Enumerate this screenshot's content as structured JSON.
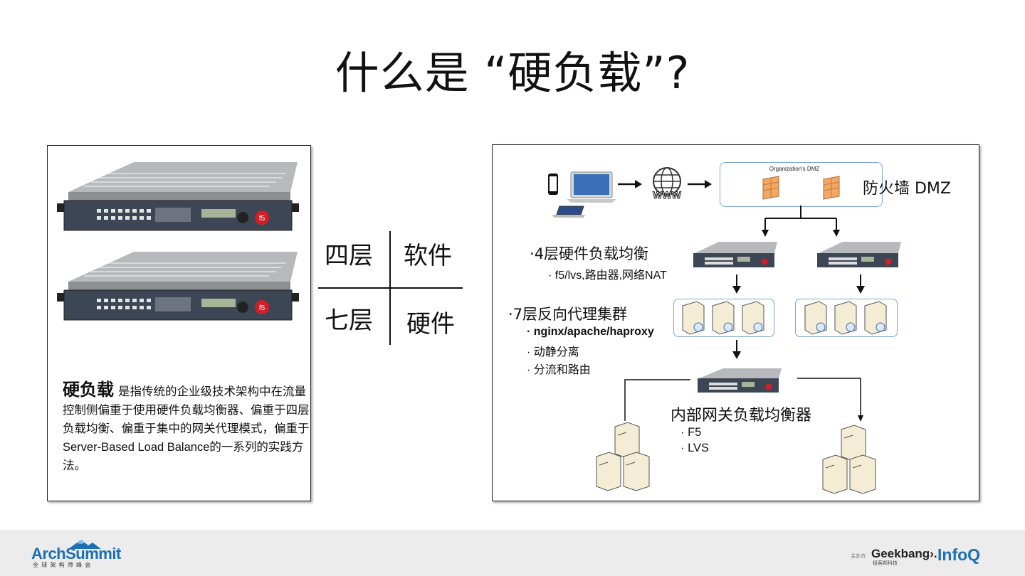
{
  "title": "什么是 “硬负载”?",
  "left": {
    "desc_bold": "硬负载",
    "desc_text": "是指传统的企业级技术架构中在流量控制侧偏重于使用硬件负载均衡器、偏重于四层负载均衡、偏重于集中的网关代理模式，偏重于Server-Based Load Balance的一系列的实践方法。"
  },
  "matrix": {
    "top_left": "四层",
    "top_right": "软件",
    "bottom_left": "七层",
    "bottom_right": "硬件"
  },
  "diagram": {
    "dmz_box_label": "Organization's DMZ",
    "firewall_label": "防火墙 DMZ",
    "www_label": "WWW",
    "l4_title": "4层硬件负载均衡",
    "l4_sub": "f5/lvs,路由器,网络NAT",
    "l7_title": "7层反向代理集群",
    "l7_items": [
      "nginx/apache/haproxy",
      "动静分离",
      "分流和路由"
    ],
    "gateway_title": "内部网关负载均衡器",
    "gateway_items": [
      "F5",
      "LVS"
    ],
    "bullet": "·"
  },
  "footer": {
    "left_logo_main": "ArchSummit",
    "left_logo_sub": "全 球 架 构 师 峰 会",
    "right_host_label": "主办方",
    "right_logo_geekbang": "Geekbang›.",
    "right_logo_geekbang_sub": "极客邦科技",
    "right_logo_infoq": "InfoQ"
  },
  "colors": {
    "accent_blue": "#1b6fb3",
    "firewall_orange": "#f0a060",
    "footer_bg": "#ececec"
  }
}
